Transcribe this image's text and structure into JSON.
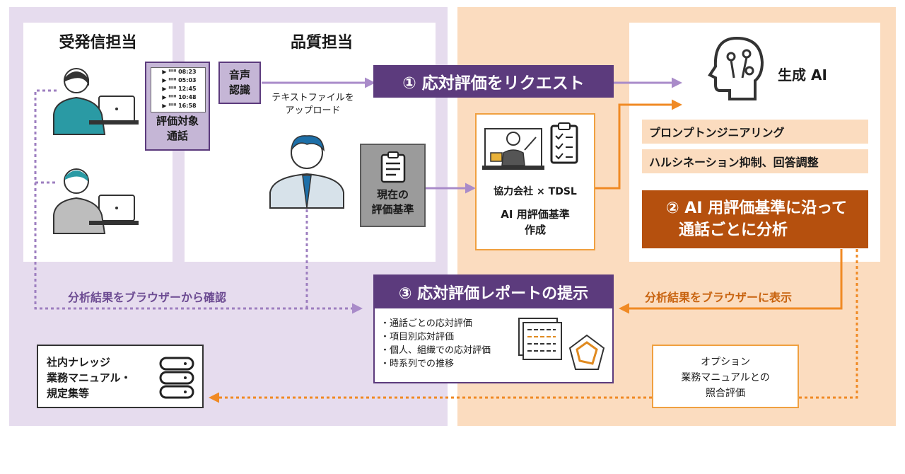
{
  "sections": {
    "reception": "受発信担当",
    "quality": "品質担当",
    "genai": "生成 AI"
  },
  "eval_call": {
    "line1": "評価対象",
    "line2": "通話"
  },
  "call_times": [
    "08:23",
    "05:03",
    "12:45",
    "10:48",
    "16:58"
  ],
  "speech": {
    "line1": "音声",
    "line2": "認識"
  },
  "upload": {
    "line1": "テキストファイルを",
    "line2": "アップロード"
  },
  "step1": "① 応対評価をリクエスト",
  "current_criteria": {
    "line1": "現在の",
    "line2": "評価基準"
  },
  "partner": {
    "title": "協力会社 × TDSL",
    "line1": "AI 用評価基準",
    "line2": "作成"
  },
  "features": [
    "プロンプトンジニアリング",
    "ハルシネーション抑制、回答調整"
  ],
  "step2": {
    "line1": "② AI 用評価基準に沿って",
    "line2": "通話ごとに分析"
  },
  "browser_confirm": "分析結果をブラウザーから確認",
  "browser_display": "分析結果をブラウザーに表示",
  "step3": "③ 応対評価レポートの提示",
  "report_items": [
    "・通話ごとの応対評価",
    "・項目別応対評価",
    "・個人、組織での応対評価",
    "・時系列での推移"
  ],
  "knowledge": {
    "line1": "社内ナレッジ",
    "line2": "業務マニュアル・",
    "line3": "規定集等"
  },
  "option": {
    "line1": "オプション",
    "line2": "業務マニュアルとの",
    "line3": "照合評価"
  },
  "colors": {
    "purple": "#5c3b7d",
    "lavender": "#e6dcee",
    "peach": "#fbdcbf",
    "orange": "#f08a24",
    "rust": "#b5500e"
  }
}
